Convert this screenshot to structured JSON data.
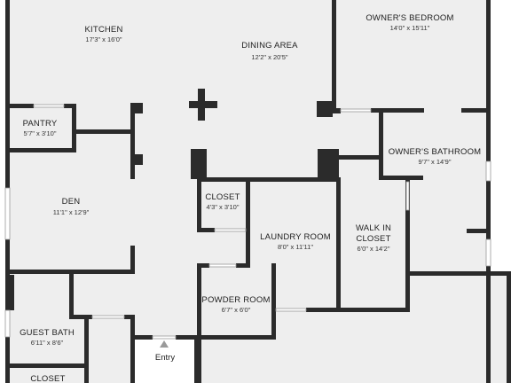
{
  "rooms": {
    "kitchen": {
      "name": "KITCHEN",
      "dim": "17'3\" x 16'0\""
    },
    "dining": {
      "name": "DINING AREA",
      "dim": "12'2\" x 20'5\""
    },
    "owners_bedroom": {
      "name": "OWNER'S BEDROOM",
      "dim": "14'0\" x 15'11\""
    },
    "pantry": {
      "name": "PANTRY",
      "dim": "5'7\" x 3'10\""
    },
    "owners_bathroom": {
      "name": "OWNER'S BATHROOM",
      "dim": "9'7\" x 14'9\""
    },
    "den": {
      "name": "DEN",
      "dim": "11'1\" x 12'9\""
    },
    "closet_center": {
      "name": "CLOSET",
      "dim": "4'3\" x 3'10\""
    },
    "laundry": {
      "name": "LAUNDRY ROOM",
      "dim": "8'0\" x 11'11\""
    },
    "walk_in_closet": {
      "name_line1": "WALK IN",
      "name_line2": "CLOSET",
      "dim": "6'0\" x 14'2\""
    },
    "powder_room": {
      "name": "POWDER ROOM",
      "dim": "6'7\" x 6'0\""
    },
    "guest_bath": {
      "name": "GUEST BATH",
      "dim": "6'11\" x 8'6\""
    },
    "closet_bottom": {
      "name": "CLOSET"
    }
  },
  "entry": {
    "label": "Entry"
  },
  "colors": {
    "floor": "#eeeeee",
    "wall": "#2b2b2b",
    "background": "#ffffff"
  }
}
